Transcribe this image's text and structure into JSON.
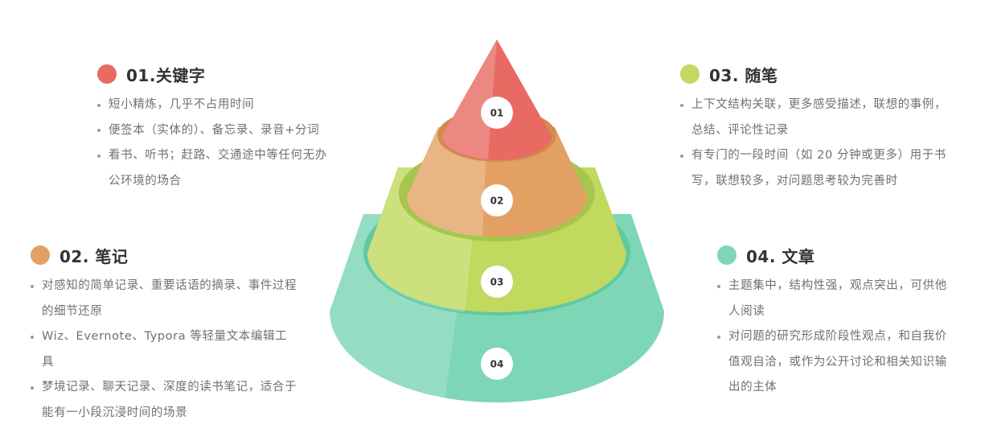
{
  "colors": {
    "red": "#e86a62",
    "orange": "#e3a063",
    "yellow_green": "#c0d95e",
    "teal": "#7dd6b5"
  },
  "blocks": [
    {
      "title": "01.关键字",
      "items": [
        "短小精炼，几乎不占用时间",
        "便签本（实体的）、备忘录、录音+分词",
        "看书、听书；赶路、交通途中等任何无办公环境的场合"
      ]
    },
    {
      "title": "02. 笔记",
      "items": [
        "对感知的简单记录、重要话语的摘录、事件过程的细节还原",
        "Wiz、Evernote、Typora 等轻量文本编辑工具",
        "梦境记录、聊天记录、深度的读书笔记，适合于能有一小段沉浸时间的场景"
      ]
    },
    {
      "title": "03. 随笔",
      "items": [
        "上下文结构关联，更多感受描述，联想的事例，总结、评论性记录",
        "有专门的一段时间（如 20 分钟或更多）用于书写，联想较多，对问题思考较为完善时"
      ]
    },
    {
      "title": "04. 文章",
      "items": [
        "主题集中，结构性强，观点突出，可供他人阅读",
        "对问题的研究形成阶段性观点，和自我价值观自洽，或作为公开讨论和相关知识输出的主体"
      ]
    }
  ],
  "cone_labels": [
    "01",
    "02",
    "03",
    "04"
  ]
}
